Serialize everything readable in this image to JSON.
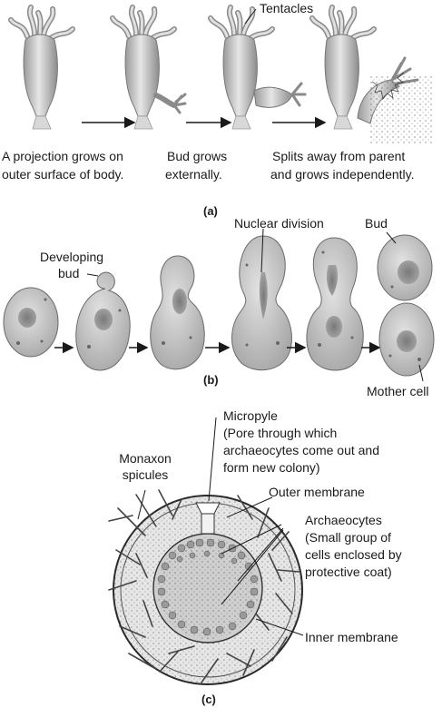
{
  "hydra": {
    "label_tentacles": "Tentacles",
    "caption_1": [
      "A projection grows on",
      "outer surface of body."
    ],
    "caption_2": [
      "Bud grows",
      "externally."
    ],
    "caption_3": [
      "Splits away from parent",
      "and grows independently."
    ],
    "panel_label": "(a)"
  },
  "yeast": {
    "label_developing_bud": [
      "Developing",
      "bud"
    ],
    "label_nuclear_division": "Nuclear division",
    "label_bud": "Bud",
    "label_mother_cell": "Mother cell",
    "panel_label": "(b)"
  },
  "gemmule": {
    "label_micropyle": [
      "Micropyle",
      "(Pore through which",
      "archaeocytes come out and",
      "form new colony)"
    ],
    "label_monaxon": [
      "Monaxon",
      "spicules"
    ],
    "label_outer_membrane": "Outer membrane",
    "label_archaeocytes": [
      "Archaeocytes",
      "(Small group of",
      "cells enclosed by",
      "protective coat)"
    ],
    "label_inner_membrane": "Inner membrane",
    "panel_label": "(c)"
  },
  "colors": {
    "body_fill": "#c9c9c9",
    "body_dark": "#8f8f8f",
    "stroke": "#2a2a2a"
  }
}
